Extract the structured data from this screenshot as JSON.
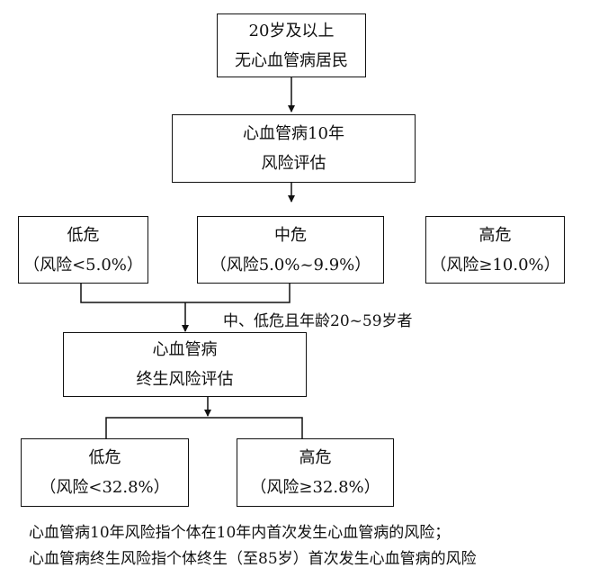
{
  "diagram": {
    "start_box": {
      "line1": "20岁及以上",
      "line2": "无心血管病居民"
    },
    "ten_year_box": {
      "line1": "心血管病10年",
      "line2": "风险评估"
    },
    "ten_year_results": [
      {
        "level": "低危",
        "range": "（风险<5.0%）"
      },
      {
        "level": "中危",
        "range": "（风险5.0%~9.9%）"
      },
      {
        "level": "高危",
        "range": "（风险≥10.0%）"
      }
    ],
    "condition_label": "中、低危且年龄20~59岁者",
    "lifetime_box": {
      "line1": "心血管病",
      "line2": "终生风险评估"
    },
    "lifetime_results": [
      {
        "level": "低危",
        "range": "（风险<32.8%）"
      },
      {
        "level": "高危",
        "range": "（风险≥32.8%）"
      }
    ],
    "notes": [
      "心血管病10年风险指个体在10年内首次发生心血管病的风险；",
      "心血管病终生风险指个体终生（至85岁）首次发生心血管病的风险"
    ]
  }
}
